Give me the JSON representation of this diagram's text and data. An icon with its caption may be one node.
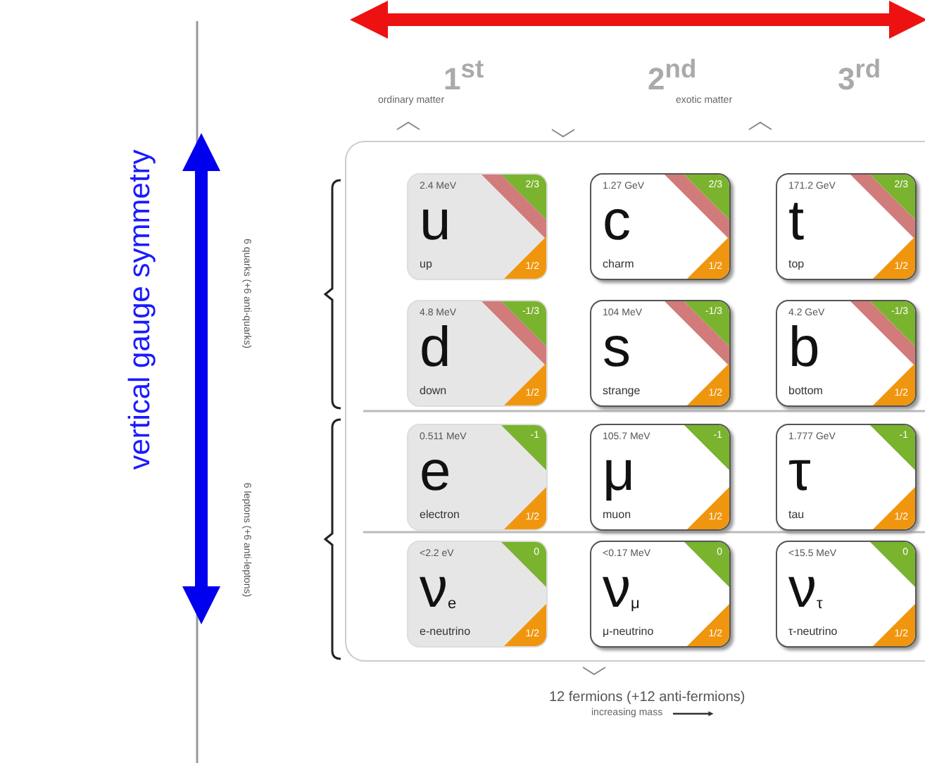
{
  "diagram": {
    "nodes": [
      {
        "text": [],
        "shape": "box"
      },
      {
        "text": [
          "2.4 MeV",
          "u",
          "up",
          "2/3",
          "1/2"
        ],
        "in": 0
      },
      {
        "text": [
          "1.27 GeV",
          "c",
          "charm",
          "2/3",
          "1/2"
        ],
        "in": 0
      },
      {
        "text": [
          "171.2 GeV",
          "t",
          "top",
          "2/3",
          "1/2"
        ],
        "in": 0
      },
      {
        "text": [
          "4.8 MeV",
          "d",
          "down",
          "-1/3",
          "1/2"
        ],
        "in": 0
      },
      {
        "text": [
          "104 MeV",
          "s",
          "strange",
          "-1/3",
          "1/2"
        ],
        "in": 0
      },
      {
        "text": [
          "4.2 GeV",
          "b",
          "bottom",
          "-1/3",
          "1/2"
        ],
        "in": 0
      },
      {
        "text": [
          "0.511 MeV",
          "e",
          "electron",
          "-1",
          "1/2"
        ],
        "in": 0
      },
      {
        "text": [
          "105.7 MeV",
          "μ",
          "muon",
          "-1",
          "1/2"
        ],
        "in": 0
      },
      {
        "text": [
          "1.777 GeV",
          "τ",
          "tau",
          "-1",
          "1/2"
        ],
        "in": 0
      },
      {
        "text": [
          "<2.2 eV",
          "ν$_{e}$",
          "e-neutrino",
          "0",
          "1/2"
        ],
        "in": 0
      },
      {
        "text": [
          "<0.17 MeV",
          "ν$_{μ}$",
          "μ-neutrino",
          "0",
          "1/2"
        ],
        "in": 0
      },
      {
        "text": [
          "<15.5 MeV",
          "ν$_{τ}$",
          "τ-neutrino",
          "0",
          "1/2"
        ],
        "in": 0
      }
    ],
    "edges": [],
    "labels": [
      "vertical gauge symmetry",
      "1$^{st}$",
      "ordinary matter",
      "2$^{nd}$",
      "exotic matter",
      "3$^{rd}$",
      "6 quarks (+6 anti-quarks)",
      "6 leptons (+6 anti-leptons)",
      "12 fermions (+12 anti-fermions)",
      "increasing mass"
    ]
  }
}
